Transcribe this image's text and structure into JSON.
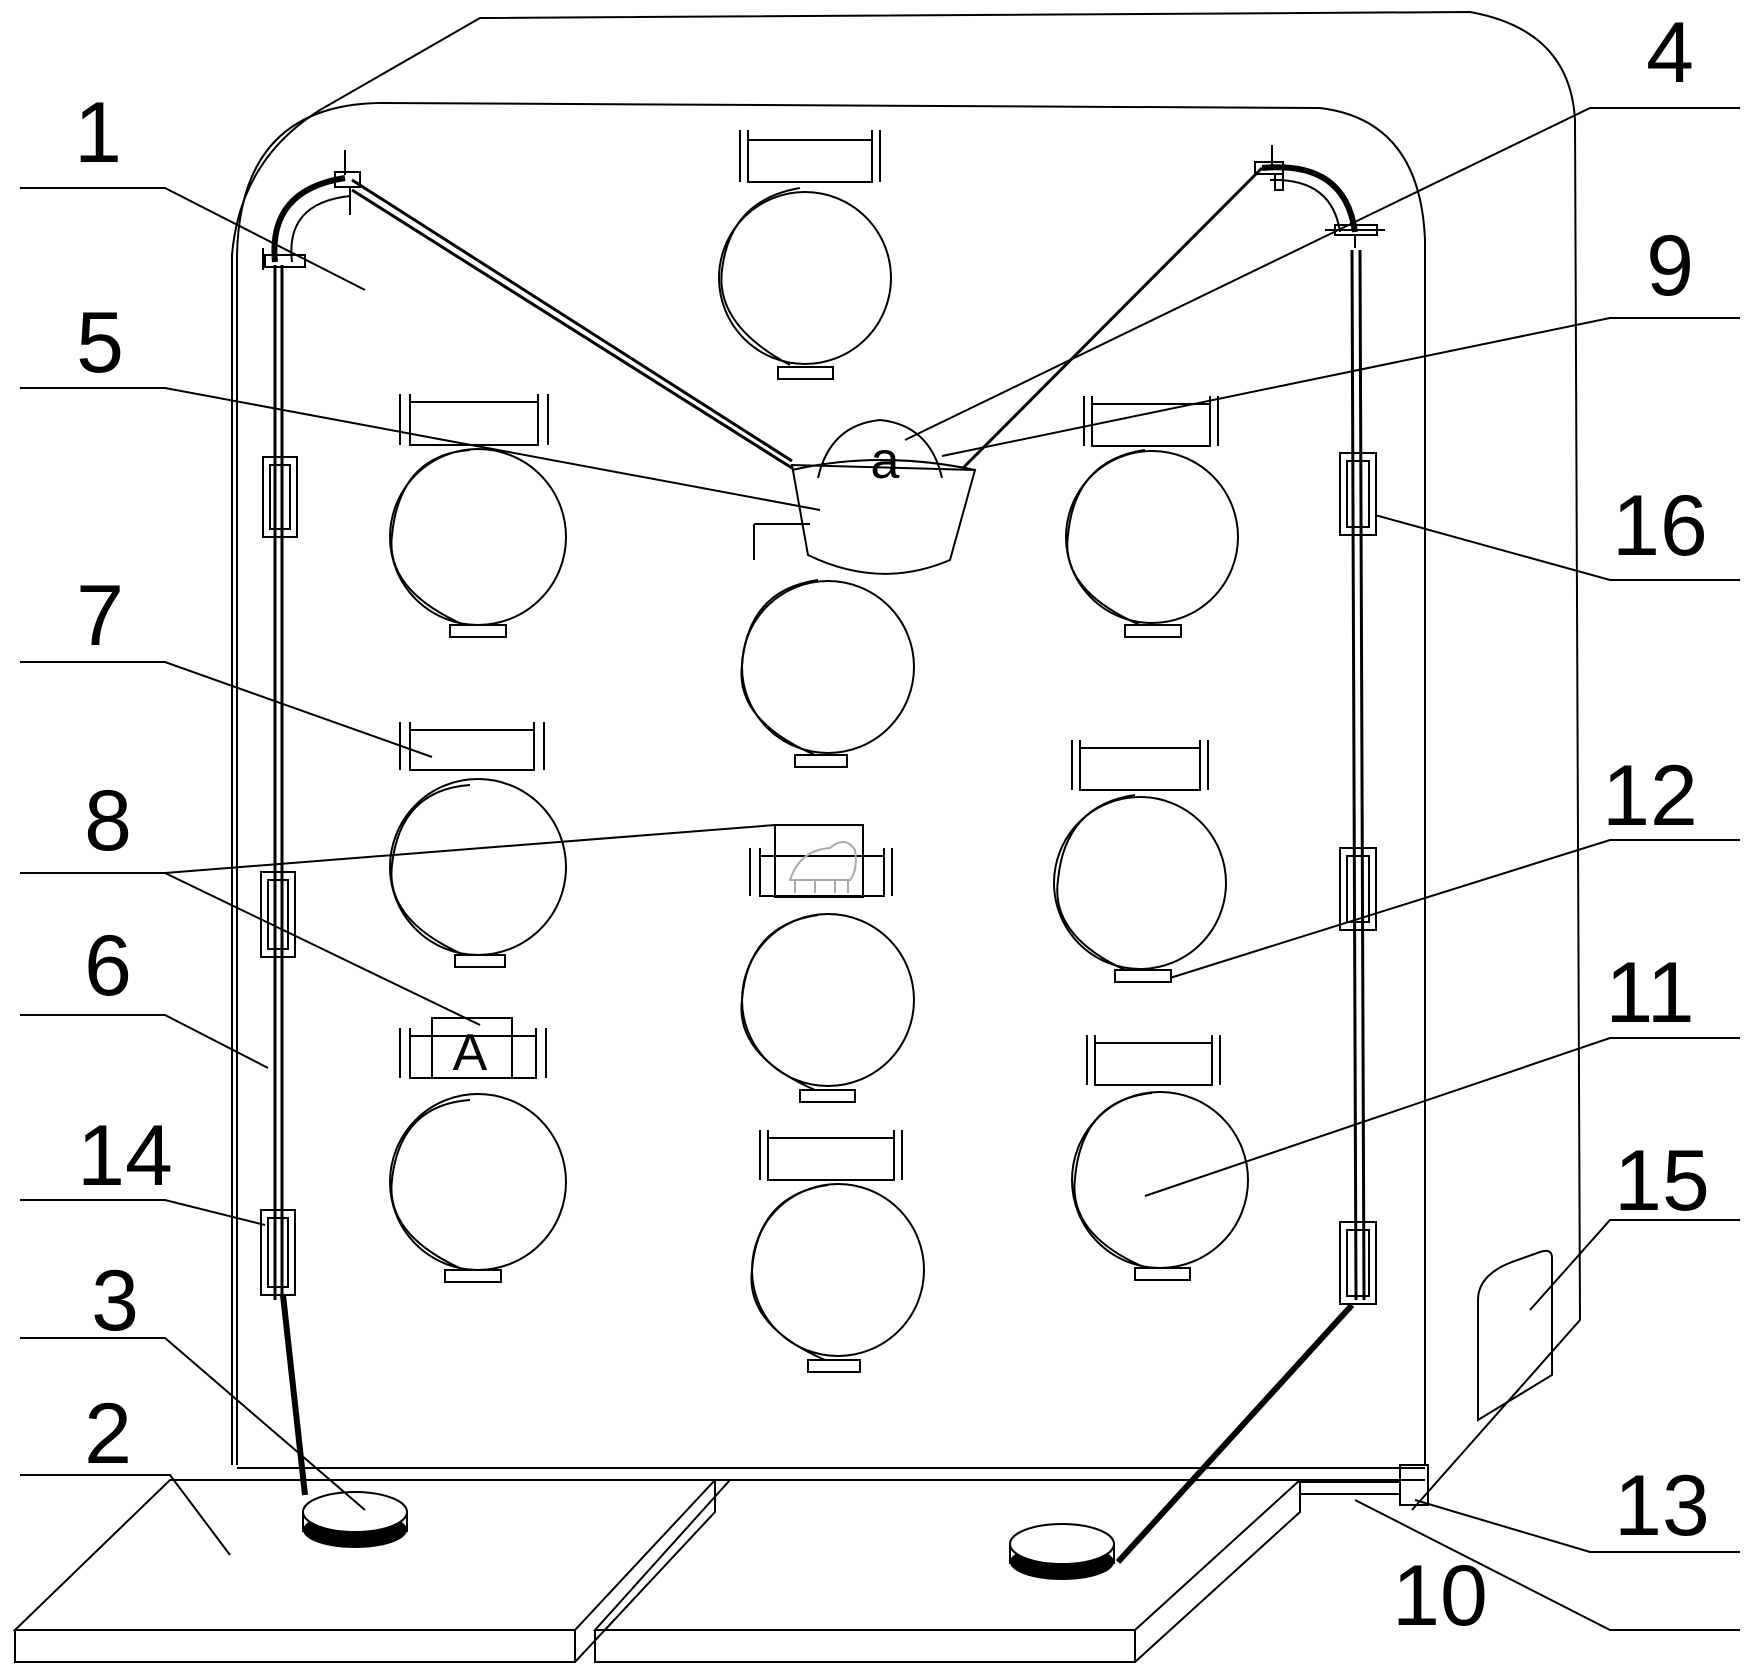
{
  "diagram": {
    "callouts": {
      "c1": "1",
      "c2": "2",
      "c3": "3",
      "c4": "4",
      "c5": "5",
      "c6": "6",
      "c7": "7",
      "c8": "8",
      "c9": "9",
      "c10": "10",
      "c11": "11",
      "c12": "12",
      "c13": "13",
      "c14": "14",
      "c15": "15",
      "c16": "16"
    },
    "markers": {
      "basket_ball": "a",
      "label_tag": "A"
    }
  }
}
